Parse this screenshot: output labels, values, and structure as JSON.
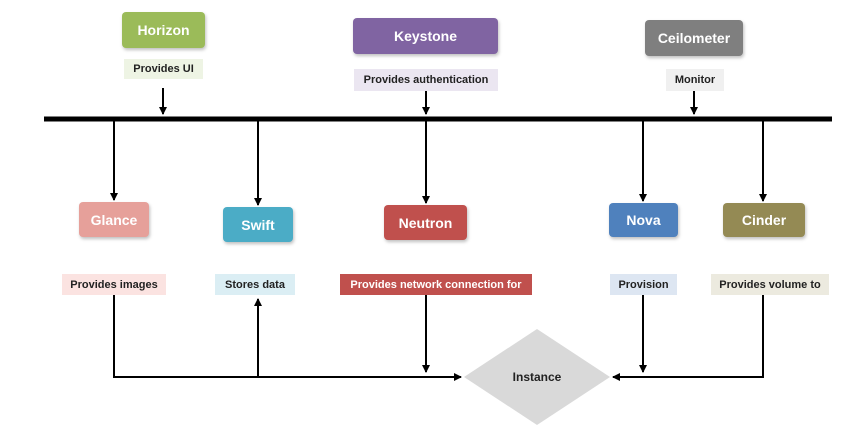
{
  "top_services": [
    {
      "name": "Horizon",
      "desc": "Provides UI"
    },
    {
      "name": "Keystone",
      "desc": "Provides authentication"
    },
    {
      "name": "Ceilometer",
      "desc": "Monitor"
    }
  ],
  "bottom_services": [
    {
      "name": "Glance",
      "desc": "Provides images"
    },
    {
      "name": "Swift",
      "desc": "Stores data"
    },
    {
      "name": "Neutron",
      "desc": "Provides network connection for"
    },
    {
      "name": "Nova",
      "desc": "Provision"
    },
    {
      "name": "Cinder",
      "desc": "Provides volume to"
    }
  ],
  "target": {
    "name": "Instance"
  },
  "colors": {
    "horizon": "#9bbb59",
    "horizon_label": "#eef4e4",
    "keystone": "#8064a2",
    "keystone_label": "#ebe6f1",
    "ceilometer": "#7f7f7f",
    "ceilometer_label": "#f0f0f0",
    "glance": "#e6a09a",
    "glance_label": "#fbe3e1",
    "swift": "#4bacc6",
    "swift_label": "#dbeef4",
    "neutron": "#c0504d",
    "neutron_label": "#c0504d",
    "nova": "#4f81bd",
    "nova_label": "#dde6f2",
    "cinder": "#948a54",
    "cinder_label": "#eceadf",
    "instance": "#d9d9d9"
  }
}
